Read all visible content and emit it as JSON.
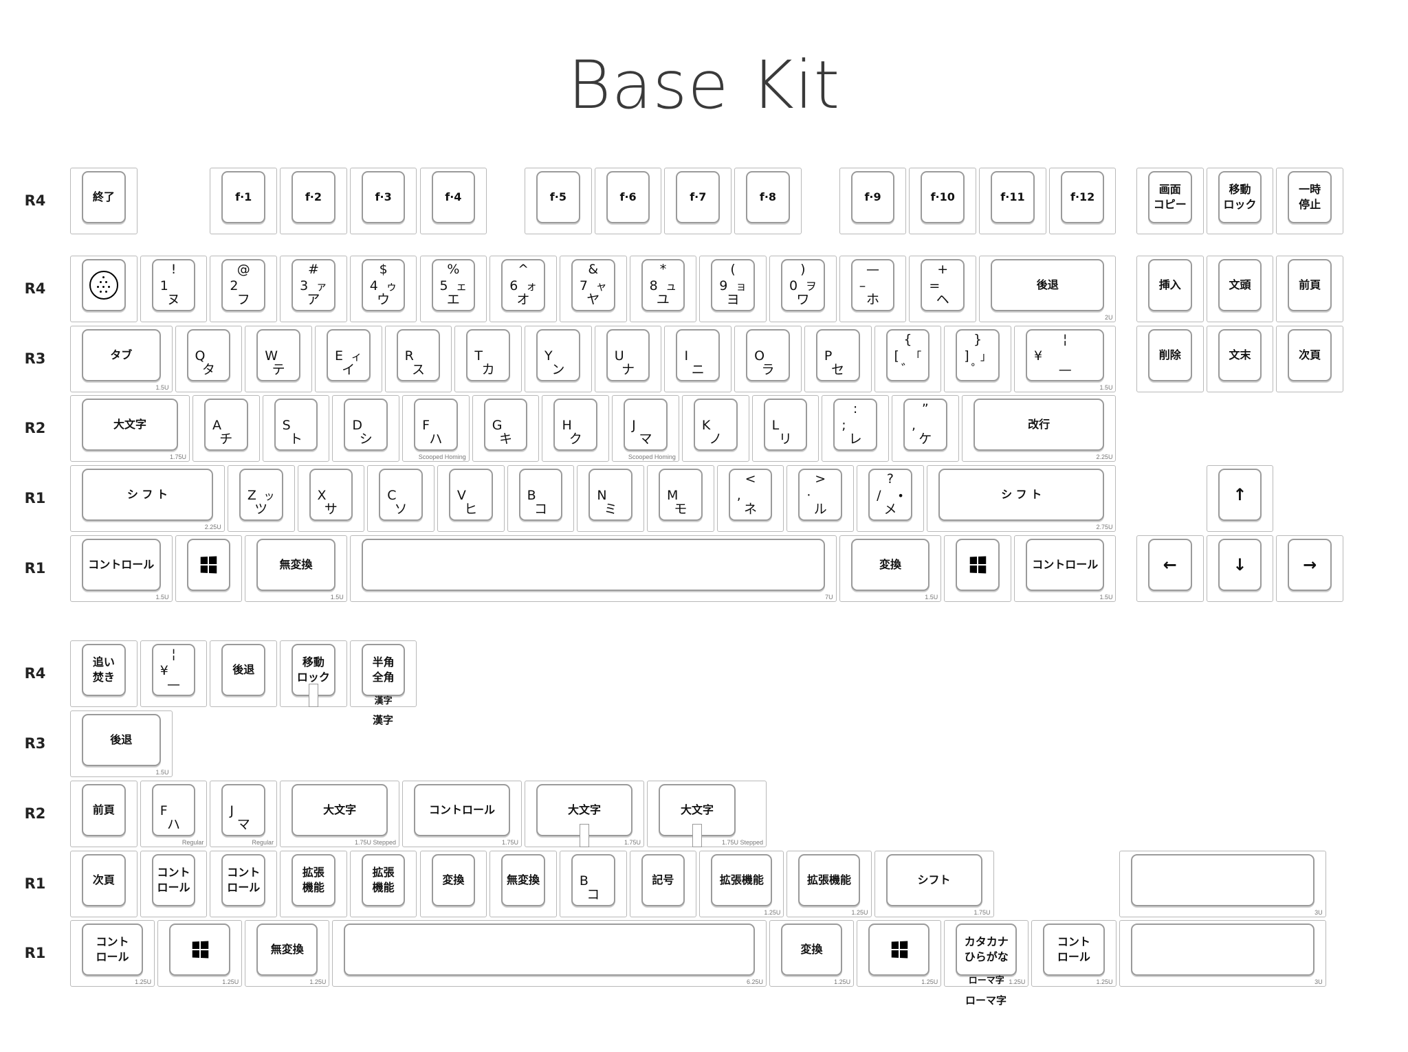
{
  "title": "Base Kit",
  "blocks": [
    {
      "rows": [
        {
          "label": "R4",
          "keys": [
            {
              "c": "終了"
            },
            {
              "c": "f·1"
            },
            {
              "c": "f·2"
            },
            {
              "c": "f·3"
            },
            {
              "c": "f·4"
            },
            {
              "c": "f·5"
            },
            {
              "c": "f·6"
            },
            {
              "c": "f·7"
            },
            {
              "c": "f·8"
            },
            {
              "c": "f·9"
            },
            {
              "c": "f·10"
            },
            {
              "c": "f·11"
            },
            {
              "c": "f·12"
            },
            {
              "c": "画面\nコピー"
            },
            {
              "c": "移動\nロック"
            },
            {
              "c": "一時\n停止"
            }
          ]
        },
        {
          "label": "R4",
          "keys": [
            {
              "icon": "dots-circle"
            },
            {
              "t": "!",
              "l": "1",
              "b": "ヌ"
            },
            {
              "t": "@",
              "l": "2",
              "b": "フ"
            },
            {
              "t": "#",
              "l": "3",
              "r": "ァ",
              "b": "ア"
            },
            {
              "t": "$",
              "l": "4",
              "r": "ゥ",
              "b": "ウ"
            },
            {
              "t": "%",
              "l": "5",
              "r": "ェ",
              "b": "エ"
            },
            {
              "t": "^",
              "l": "6",
              "r": "ォ",
              "b": "オ"
            },
            {
              "t": "&",
              "l": "7",
              "r": "ャ",
              "b": "ヤ"
            },
            {
              "t": "*",
              "l": "8",
              "r": "ュ",
              "b": "ユ"
            },
            {
              "t": "(",
              "l": "9",
              "r": "ョ",
              "b": "ヨ"
            },
            {
              "t": ")",
              "l": "0",
              "r": "ヲ",
              "b": "ワ"
            },
            {
              "t": "—",
              "l": "–",
              "b": "ホ"
            },
            {
              "t": "+",
              "l": "=",
              "b": "ヘ"
            },
            {
              "c": "後退",
              "size": "2U"
            },
            {
              "c": "挿入"
            },
            {
              "c": "文頭"
            },
            {
              "c": "前頁"
            }
          ]
        },
        {
          "label": "R3",
          "keys": [
            {
              "c": "タブ",
              "size": "1.5U"
            },
            {
              "l": "Q",
              "b": "タ"
            },
            {
              "l": "W",
              "b": "テ"
            },
            {
              "l": "E",
              "r": "ィ",
              "b": "イ"
            },
            {
              "l": "R",
              "b": "ス"
            },
            {
              "l": "T",
              "b": "カ"
            },
            {
              "l": "Y",
              "b": "ン"
            },
            {
              "l": "U",
              "b": "ナ"
            },
            {
              "l": "I",
              "b": "ニ"
            },
            {
              "l": "O",
              "b": "ラ"
            },
            {
              "l": "P",
              "b": "セ"
            },
            {
              "t": "{",
              "l": "[",
              "r": "「",
              "b": "゛"
            },
            {
              "t": "}",
              "l": "]",
              "r": "」",
              "b": "゜"
            },
            {
              "t": "¦",
              "l": "¥",
              "b": "—",
              "size": "1.5U"
            },
            {
              "c": "削除"
            },
            {
              "c": "文末"
            },
            {
              "c": "次頁"
            }
          ]
        },
        {
          "label": "R2",
          "keys": [
            {
              "c": "大文字",
              "size": "1.75U"
            },
            {
              "l": "A",
              "b": "チ"
            },
            {
              "l": "S",
              "b": "ト"
            },
            {
              "l": "D",
              "b": "シ"
            },
            {
              "l": "F",
              "b": "ハ",
              "size": "Scooped Homing"
            },
            {
              "l": "G",
              "b": "キ"
            },
            {
              "l": "H",
              "b": "ク"
            },
            {
              "l": "J",
              "b": "マ",
              "size": "Scooped Homing"
            },
            {
              "l": "K",
              "b": "ノ"
            },
            {
              "l": "L",
              "b": "リ"
            },
            {
              "t": ":",
              "l": ";",
              "b": "レ"
            },
            {
              "t": "”",
              "l": ",",
              "b": "ケ"
            },
            {
              "c": "改行",
              "size": "2.25U"
            }
          ]
        },
        {
          "label": "R1",
          "keys": [
            {
              "c": "シ フ ト",
              "size": "2.25U"
            },
            {
              "l": "Z",
              "r": "ッ",
              "b": "ツ"
            },
            {
              "l": "X",
              "b": "サ"
            },
            {
              "l": "C",
              "b": "ソ"
            },
            {
              "l": "V",
              "b": "ヒ"
            },
            {
              "l": "B",
              "b": "コ"
            },
            {
              "l": "N",
              "b": "ミ"
            },
            {
              "l": "M",
              "b": "モ"
            },
            {
              "t": "<",
              "l": ",",
              "b": "ネ"
            },
            {
              "t": ">",
              "l": "·",
              "b": "ル"
            },
            {
              "t": "?",
              "l": "/",
              "r": "•",
              "b": "メ"
            },
            {
              "c": "シ フ ト",
              "size": "2.75U"
            },
            {
              "c": "↑",
              "big": true
            }
          ]
        },
        {
          "label": "R1",
          "keys": [
            {
              "c": "コントロール",
              "size": "1.5U"
            },
            {
              "icon": "windows"
            },
            {
              "c": "無変換",
              "size": "1.5U"
            },
            {
              "c": "",
              "size": "7U"
            },
            {
              "c": "変換",
              "size": "1.5U"
            },
            {
              "icon": "windows"
            },
            {
              "c": "コントロール",
              "size": "1.5U"
            },
            {
              "c": "←",
              "big": true
            },
            {
              "c": "↓",
              "big": true
            },
            {
              "c": "→",
              "big": true
            }
          ]
        }
      ]
    },
    {
      "rows": [
        {
          "label": "R4",
          "keys": [
            {
              "c": "追い\n焚き"
            },
            {
              "t": "¦",
              "l": "¥",
              "b": "—"
            },
            {
              "c": "後退"
            },
            {
              "c": "移動\nロック"
            },
            {
              "c": "半角\n全角",
              "f": "漢字"
            }
          ]
        },
        {
          "label": "R3",
          "keys": [
            {
              "c": "後退",
              "size": "1.5U"
            }
          ]
        },
        {
          "label": "R2",
          "keys": [
            {
              "c": "前頁"
            },
            {
              "l": "F",
              "b": "ハ",
              "size": "Regular"
            },
            {
              "l": "J",
              "b": "マ",
              "size": "Regular"
            },
            {
              "c": "大文字",
              "size": "1.75U Stepped"
            },
            {
              "c": "コントロール",
              "size": "1.75U"
            },
            {
              "c": "大文字",
              "size": "1.75U"
            },
            {
              "c": "大文字",
              "size": "1.75U Stepped"
            }
          ]
        },
        {
          "label": "R1",
          "keys": [
            {
              "c": "次頁"
            },
            {
              "c": "コント\nロール"
            },
            {
              "c": "コント\nロール"
            },
            {
              "c": "拡張\n機能"
            },
            {
              "c": "拡張\n機能"
            },
            {
              "c": "変換"
            },
            {
              "c": "無変換"
            },
            {
              "l": "B",
              "b": "コ"
            },
            {
              "c": "記号"
            },
            {
              "c": "拡張機能",
              "size": "1.25U"
            },
            {
              "c": "拡張機能",
              "size": "1.25U"
            },
            {
              "c": "シフト",
              "size": "1.75U"
            },
            {
              "c": "",
              "size": "3U"
            }
          ]
        },
        {
          "label": "R1",
          "keys": [
            {
              "c": "コント\nロール",
              "size": "1.25U"
            },
            {
              "icon": "windows",
              "size": "1.25U"
            },
            {
              "c": "無変換",
              "size": "1.25U"
            },
            {
              "c": "",
              "size": "6.25U"
            },
            {
              "c": "変換",
              "size": "1.25U"
            },
            {
              "icon": "windows",
              "size": "1.25U"
            },
            {
              "c": "カタカナ\nひらがな",
              "f": "ローマ字",
              "size": "1.25U"
            },
            {
              "c": "コント\nロール",
              "size": "1.25U"
            },
            {
              "c": "",
              "size": "3U"
            }
          ]
        }
      ]
    }
  ],
  "extras": {
    "kanji_label": "漢字",
    "romaji_label": "ローマ字"
  }
}
